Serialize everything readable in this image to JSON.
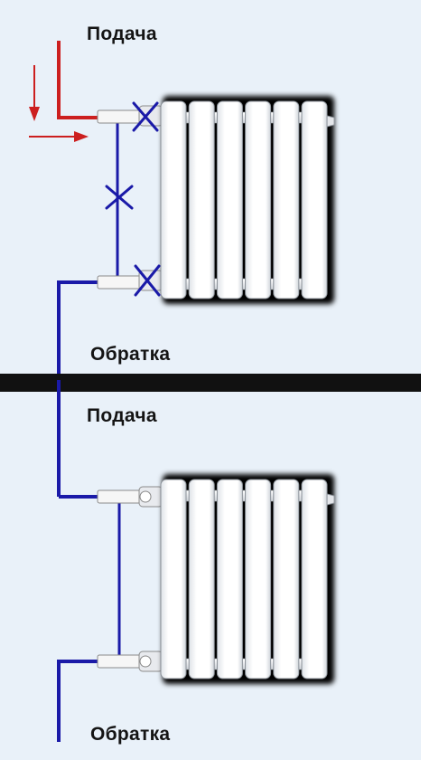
{
  "diagram": {
    "top_scheme": {
      "supply_label": "Подача",
      "return_label": "Обратка",
      "supply_color": "#cc1f1f",
      "pipe_color": "#1a1aa8",
      "closed_valve_mark": "blue-cross-icon",
      "flow_arrows": [
        "arrow-down-icon",
        "arrow-right-icon"
      ]
    },
    "bottom_scheme": {
      "supply_label": "Подача",
      "return_label": "Обратка",
      "pipe_color": "#1a1aa8"
    },
    "radiator_sections": 6,
    "divider_color": "#111111"
  }
}
